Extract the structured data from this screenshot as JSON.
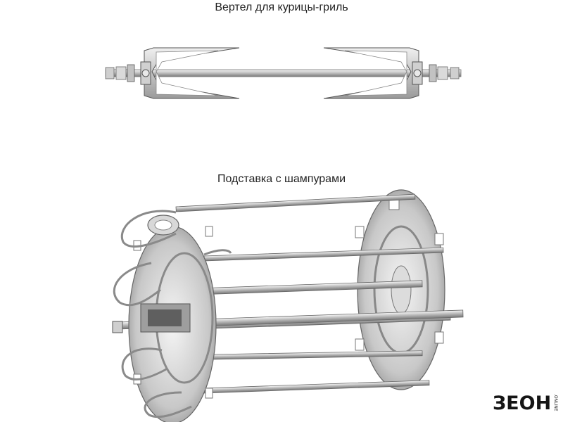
{
  "captions": {
    "top": "Вертел для курицы-гриль",
    "bottom": "Подставка с шампурами"
  },
  "logo": {
    "text": "ЗЕОН",
    "subtext": ".ONLINE"
  },
  "colors": {
    "background": "#ffffff",
    "metal_light": "#e6e6e6",
    "metal_mid": "#b9b9b9",
    "metal_dark": "#6f6f6f",
    "logo_green": "#3aaa35"
  }
}
